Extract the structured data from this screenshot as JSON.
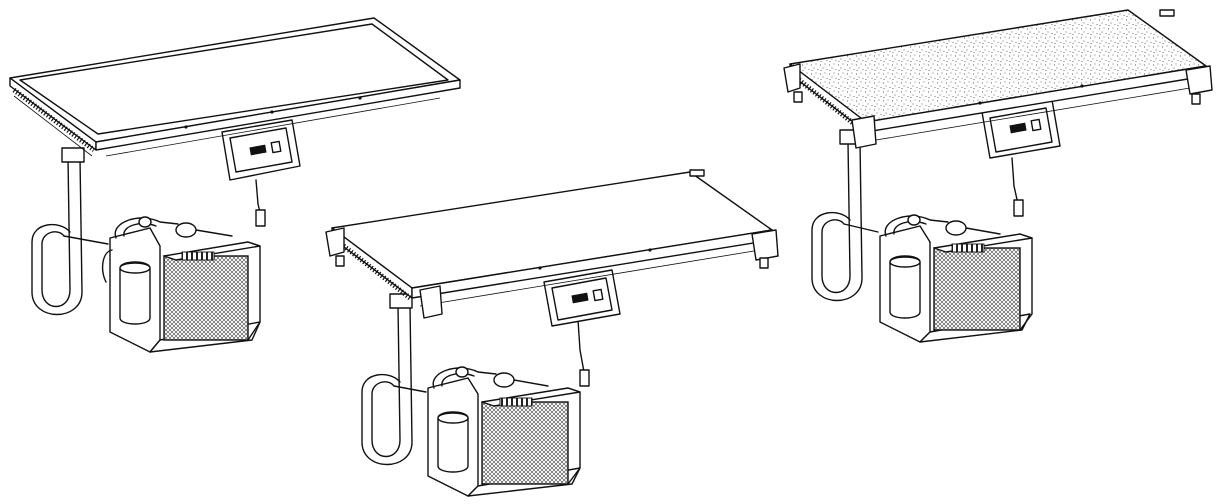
{
  "figure": {
    "units": [
      {
        "id": "unit-a",
        "surface": "smooth"
      },
      {
        "id": "unit-b",
        "surface": "smooth"
      },
      {
        "id": "unit-c",
        "surface": "textured"
      }
    ],
    "colors": {
      "line": "#111111",
      "background": "#ffffff",
      "mesh": "#555555"
    }
  }
}
